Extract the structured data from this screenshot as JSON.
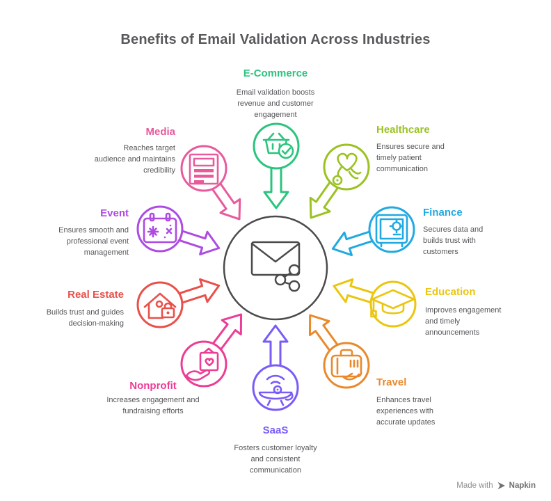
{
  "title": "Benefits of Email Validation Across Industries",
  "center": {
    "icon": "email-share-icon",
    "circle_color": "#4B4B4D"
  },
  "industries": [
    {
      "name": "E-Commerce",
      "description": "Email validation boosts revenue and customer engagement",
      "color": "#2BC47D",
      "icon": "shopping-basket-check-icon"
    },
    {
      "name": "Healthcare",
      "description": "Ensures secure and timely patient communication",
      "color": "#9BC222",
      "icon": "heart-stethoscope-icon"
    },
    {
      "name": "Finance",
      "description": "Secures data and builds trust with customers",
      "color": "#21A9E1",
      "icon": "safe-vault-icon"
    },
    {
      "name": "Education",
      "description": "Improves engagement and timely announcements",
      "color": "#EBC60F",
      "icon": "graduation-cap-icon"
    },
    {
      "name": "Travel",
      "description": "Enhances travel experiences with accurate updates",
      "color": "#E9892B",
      "icon": "suitcase-hand-icon"
    },
    {
      "name": "SaaS",
      "description": "Fosters customer loyalty and consistent communication",
      "color": "#7A5BF7",
      "icon": "satellite-dish-icon"
    },
    {
      "name": "Nonprofit",
      "description": "Increases engagement and fundraising efforts",
      "color": "#EC3D95",
      "icon": "donation-gift-icon"
    },
    {
      "name": "Real Estate",
      "description": "Builds trust and guides decision-making",
      "color": "#E9504A",
      "icon": "house-lock-icon"
    },
    {
      "name": "Event",
      "description": "Ensures smooth and professional event management",
      "color": "#AD4BE3",
      "icon": "calendar-confetti-icon"
    },
    {
      "name": "Media",
      "description": "Reaches target audience and maintains credibility",
      "color": "#E85A9C",
      "icon": "newspaper-icon"
    }
  ],
  "footer": {
    "made_with": "Made with",
    "brand": "Napkin",
    "logo": "napkin-logo-icon"
  }
}
